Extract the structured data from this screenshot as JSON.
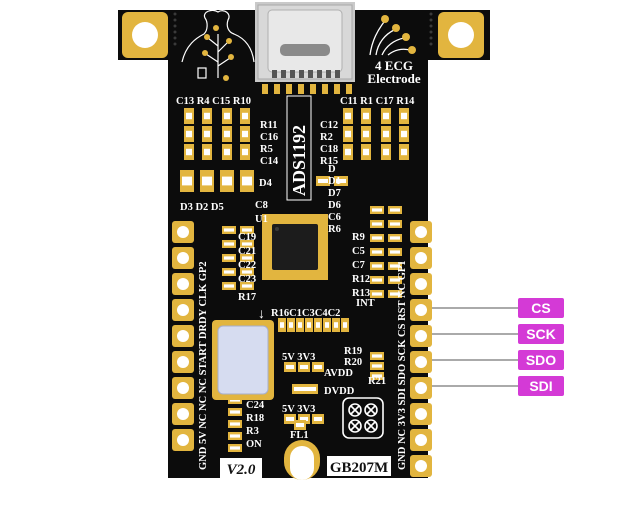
{
  "board": {
    "model": "GB207M",
    "version": "V2.0",
    "chip": "ADS1192",
    "electrode_line1": "4 ECG",
    "electrode_line2": "Electrode",
    "colors": {
      "pcb": "#0c0c0c",
      "gold": "#e2b53f",
      "silk": "#ffffff",
      "label_bg": "#d43ad6",
      "callout_line": "#555555"
    },
    "left_header_text": "GND 5V NC NC NC START DRDY CLK GP2",
    "right_header_text": "GND NC 3V3 SDI SDO SCK CS RST NC GP1",
    "designators": {
      "top_left": [
        "C13",
        "R4",
        "C15",
        "R10"
      ],
      "top_right": [
        "C11",
        "R1",
        "C17",
        "R14"
      ],
      "mid_left": [
        "R11",
        "C16",
        "R5",
        "C14"
      ],
      "mid_right": [
        "C12",
        "R2",
        "C18",
        "R15"
      ],
      "d_right": [
        "D",
        "D1",
        "D7",
        "D6",
        "C6",
        "R6"
      ],
      "d4": "D4",
      "d_bottom": [
        "D3",
        "D2",
        "D5"
      ],
      "c8": "C8",
      "u1": "U1",
      "left_caps": [
        "C19",
        "C21",
        "C22",
        "C23"
      ],
      "r17": "R17",
      "right_parts": [
        "R9",
        "C5",
        "C7",
        "R12",
        "R13"
      ],
      "int": "INT",
      "row_parts": "R16C1C3C4C2",
      "r19": "R19",
      "r20": "R20",
      "r21": "R21",
      "supply_a": [
        "5V",
        "3V3"
      ],
      "avdd": "AVDD",
      "dvdd": "DVDD",
      "supply_b": [
        "5V",
        "3V3"
      ],
      "bottom_left": [
        "C24",
        "R18",
        "R3",
        "ON"
      ],
      "fl1": "FL1"
    }
  },
  "pin_labels": [
    "CS",
    "SCK",
    "SDO",
    "SDI"
  ]
}
